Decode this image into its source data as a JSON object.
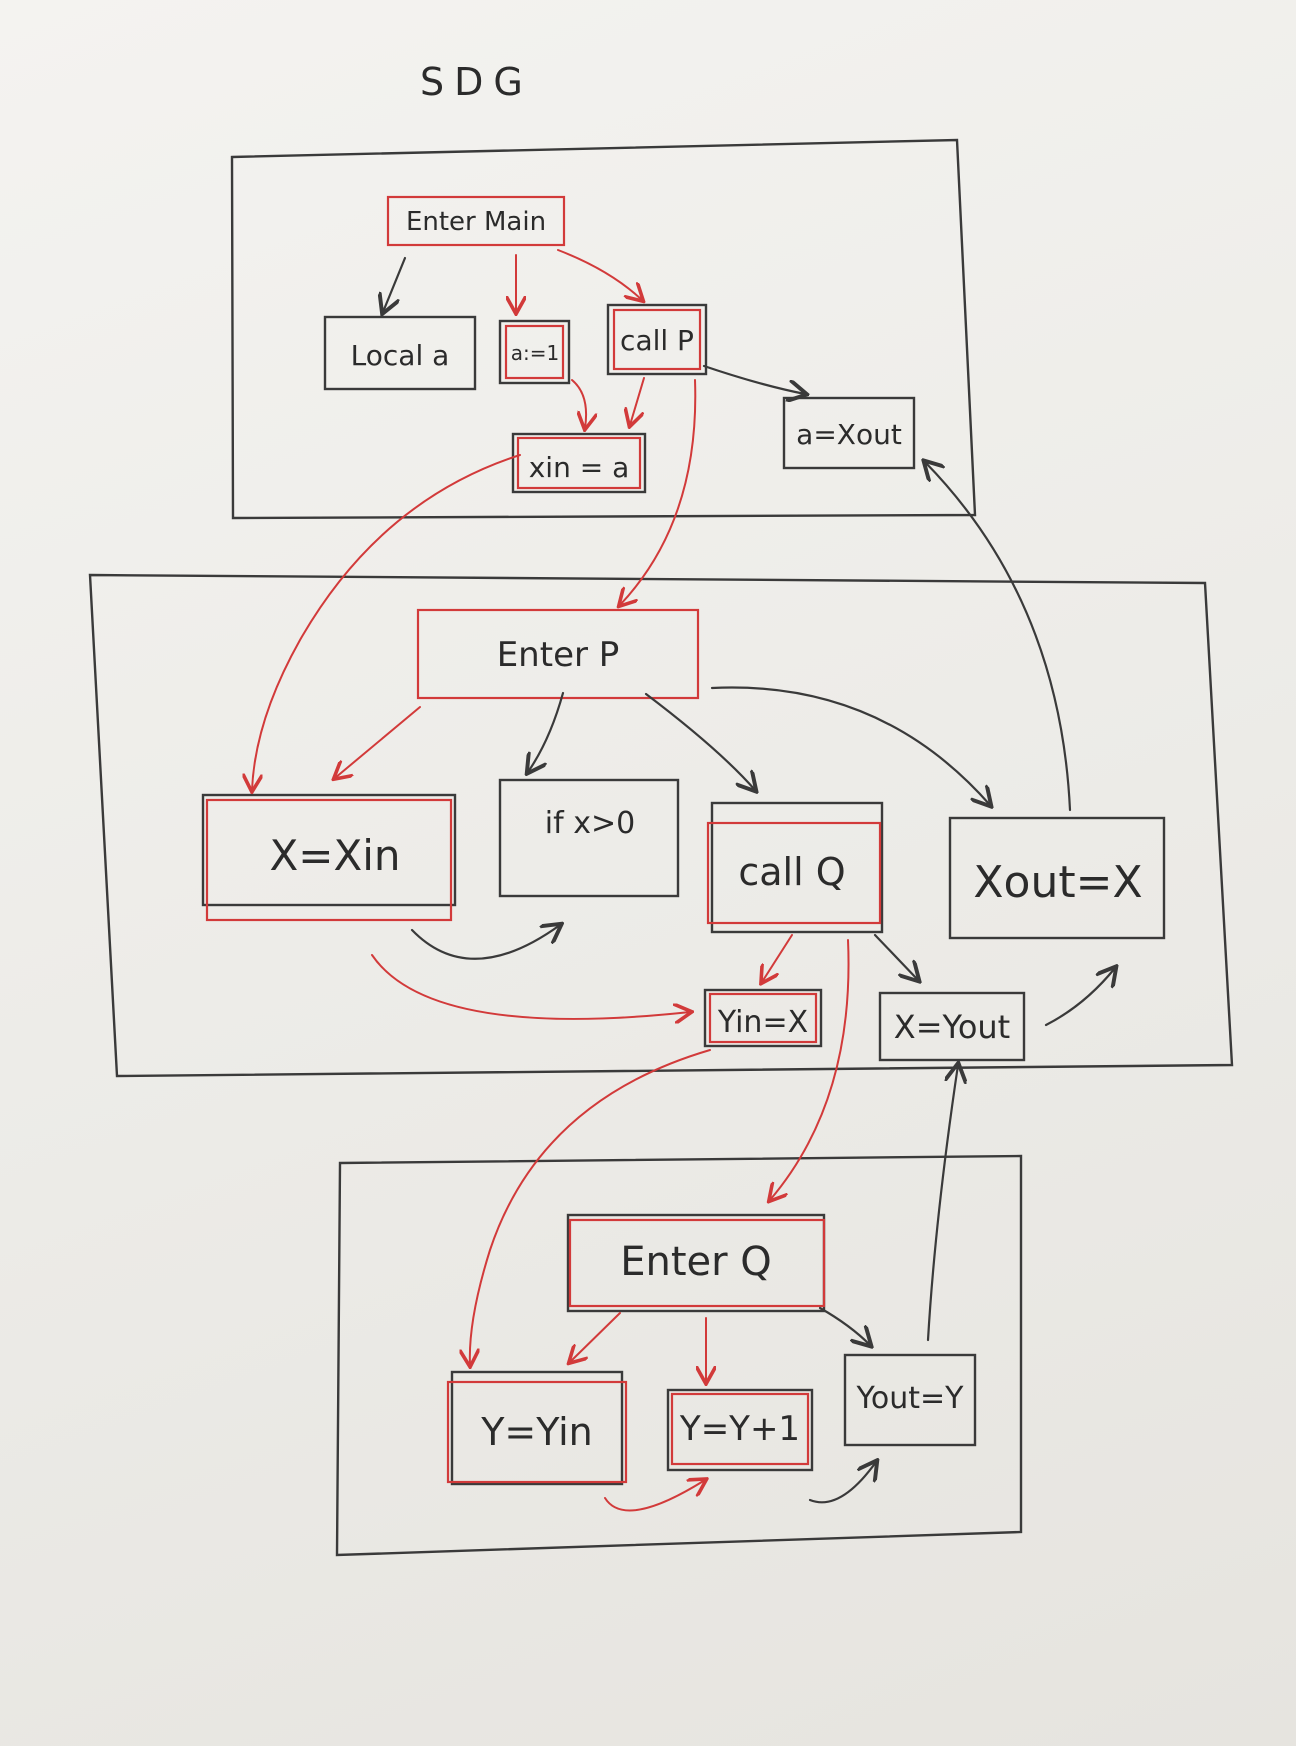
{
  "title": "SDG",
  "main": {
    "enter": "Enter Main",
    "local": "Local a",
    "assign": "a:=1",
    "call": "call P",
    "x_in": "xin = a",
    "a_out": "a=Xout"
  },
  "proc_p": {
    "enter": "Enter P",
    "x_assign": "X=Xin",
    "if_stmt": "if x>0",
    "call": "call Q",
    "x_out": "Xout=X",
    "y_in": "Yin=X",
    "x_yout": "X=Yout"
  },
  "proc_q": {
    "enter": "Enter Q",
    "y_assign": "Y=Yin",
    "y_inc": "Y=Y+1",
    "y_out": "Yout=Y"
  },
  "colors": {
    "pencil": "#3a3a3a",
    "red_pen": "#d23a3a",
    "paper": "#f1f0ec"
  }
}
